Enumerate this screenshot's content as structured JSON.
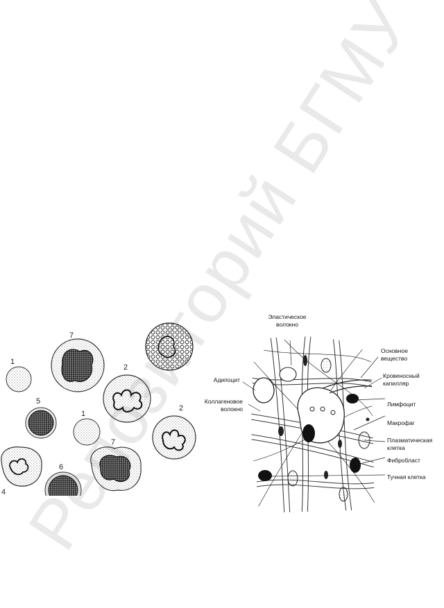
{
  "watermark": {
    "text": "Репозиторий БГМУ",
    "color": "#e9e9e9"
  },
  "left_figure": {
    "cell_numbers": [
      "1",
      "1",
      "2",
      "2",
      "4",
      "5",
      "6",
      "7",
      "7"
    ]
  },
  "right_figure": {
    "labels": {
      "elastic_fiber_1": "Эластическое",
      "elastic_fiber_2": "волокно",
      "ground_substance_1": "Основное",
      "ground_substance_2": "вещество",
      "adipocyte": "Адипоцит",
      "capillary_1": "Кровеносный",
      "capillary_2": "капилляр",
      "collagen_fiber_1": "Коллагеновое",
      "collagen_fiber_2": "волокно",
      "lymphocyte": "Лимфоцит",
      "macrophage": "Макрофаг",
      "plasma_cell_1": "Плазматическая",
      "plasma_cell_2": "клетка",
      "fibroblast": "Фибробласт",
      "mast_cell": "Тучная клетка"
    }
  }
}
